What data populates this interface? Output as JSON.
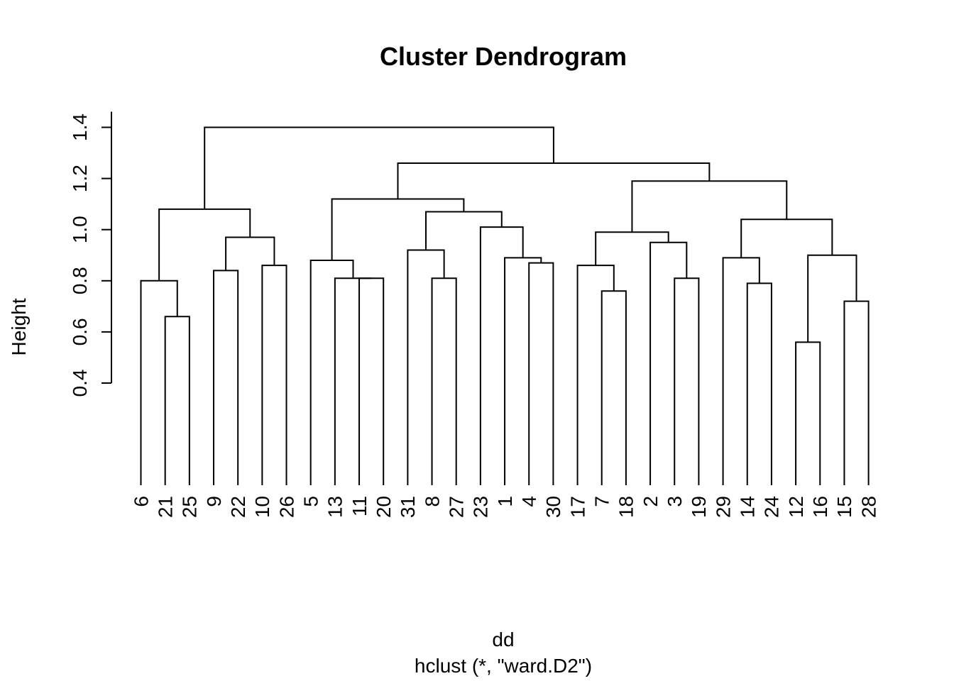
{
  "chart_data": {
    "type": "dendrogram",
    "title": "Cluster Dendrogram",
    "xlabel": "dd",
    "subtitle": "hclust (*, \"ward.D2\")",
    "ylabel": "Height",
    "yticks": [
      0.4,
      0.6,
      0.8,
      1.0,
      1.2,
      1.4
    ],
    "ytick_labels": [
      "0.4",
      "0.6",
      "0.8",
      "1.0",
      "1.2",
      "1.4"
    ],
    "ylim": [
      0.4,
      1.4
    ],
    "leaf_order": [
      6,
      21,
      25,
      9,
      22,
      10,
      26,
      5,
      13,
      11,
      20,
      31,
      8,
      27,
      23,
      1,
      4,
      30,
      17,
      7,
      18,
      2,
      3,
      19,
      29,
      14,
      24,
      12,
      16,
      15,
      28
    ],
    "merges": [
      {
        "left": 21,
        "right": 25,
        "height": 0.66
      },
      {
        "left": 6,
        "right": [
          21,
          25
        ],
        "height": 0.8
      },
      {
        "left": 9,
        "right": 22,
        "height": 0.84
      },
      {
        "left": 10,
        "right": 26,
        "height": 0.86
      },
      {
        "left": [
          9,
          22
        ],
        "right": [
          10,
          26
        ],
        "height": 0.97
      },
      {
        "left": [
          6,
          21,
          25
        ],
        "right": [
          9,
          22,
          10,
          26
        ],
        "height": 1.08
      },
      {
        "left": 11,
        "right": 20,
        "height": 0.81
      },
      {
        "left": 13,
        "right": [
          11,
          20
        ],
        "height": 0.81
      },
      {
        "left": 5,
        "right": [
          13,
          11,
          20
        ],
        "height": 0.88
      },
      {
        "left": 8,
        "right": 27,
        "height": 0.81
      },
      {
        "left": 31,
        "right": [
          8,
          27
        ],
        "height": 0.92
      },
      {
        "left": 4,
        "right": 30,
        "height": 0.87
      },
      {
        "left": 1,
        "right": [
          4,
          30
        ],
        "height": 0.89
      },
      {
        "left": 23,
        "right": [
          1,
          4,
          30
        ],
        "height": 1.01
      },
      {
        "left": [
          31,
          8,
          27
        ],
        "right": [
          23,
          1,
          4,
          30
        ],
        "height": 1.07
      },
      {
        "left": [
          5,
          13,
          11,
          20
        ],
        "right": [
          31,
          8,
          27,
          23,
          1,
          4,
          30
        ],
        "height": 1.12
      },
      {
        "left": 7,
        "right": 18,
        "height": 0.76
      },
      {
        "left": 17,
        "right": [
          7,
          18
        ],
        "height": 0.86
      },
      {
        "left": 3,
        "right": 19,
        "height": 0.81
      },
      {
        "left": 2,
        "right": [
          3,
          19
        ],
        "height": 0.95
      },
      {
        "left": [
          17,
          7,
          18
        ],
        "right": [
          2,
          3,
          19
        ],
        "height": 0.99
      },
      {
        "left": 14,
        "right": 24,
        "height": 0.79
      },
      {
        "left": 29,
        "right": [
          14,
          24
        ],
        "height": 0.89
      },
      {
        "left": 12,
        "right": 16,
        "height": 0.56
      },
      {
        "left": 15,
        "right": 28,
        "height": 0.72
      },
      {
        "left": [
          12,
          16
        ],
        "right": [
          15,
          28
        ],
        "height": 0.9
      },
      {
        "left": [
          29,
          14,
          24
        ],
        "right": [
          12,
          16,
          15,
          28
        ],
        "height": 1.04
      },
      {
        "left": [
          17,
          7,
          18,
          2,
          3,
          19
        ],
        "right": [
          29,
          14,
          24,
          12,
          16,
          15,
          28
        ],
        "height": 1.19
      },
      {
        "left": [
          5,
          13,
          11,
          20,
          31,
          8,
          27,
          23,
          1,
          4,
          30
        ],
        "right": [
          17,
          7,
          18,
          2,
          3,
          19,
          29,
          14,
          24,
          12,
          16,
          15,
          28
        ],
        "height": 1.26
      },
      {
        "left": [
          6,
          21,
          25,
          9,
          22,
          10,
          26
        ],
        "right": [
          5,
          13,
          11,
          20,
          31,
          8,
          27,
          23,
          1,
          4,
          30,
          17,
          7,
          18,
          2,
          3,
          19,
          29,
          14,
          24,
          12,
          16,
          15,
          28
        ],
        "height": 1.4
      }
    ],
    "grid": false,
    "line_color": "#000000"
  }
}
